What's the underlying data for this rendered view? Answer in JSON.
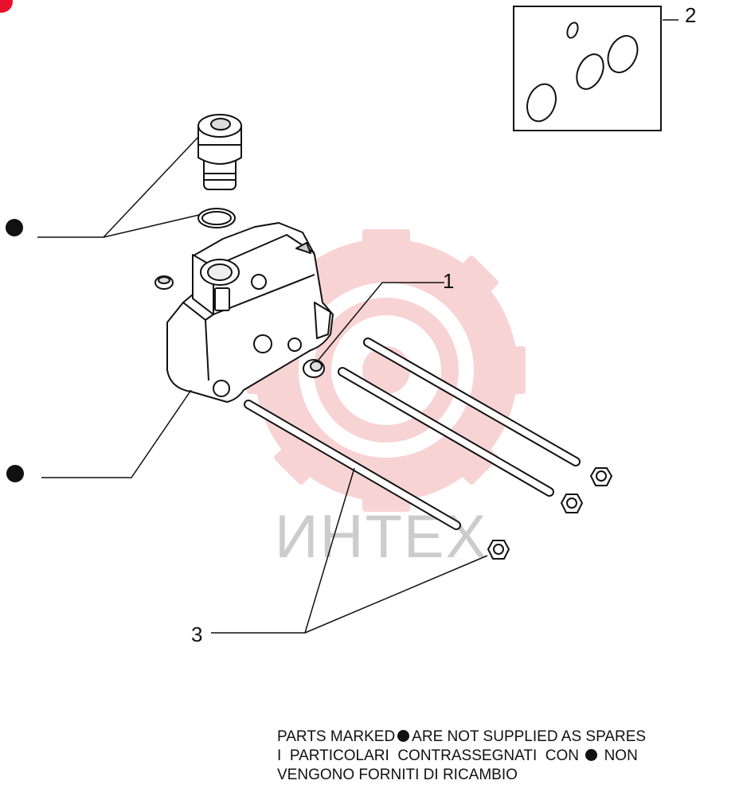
{
  "watermark": {
    "text": "ИНТЕХ",
    "color": "#f3b0b0"
  },
  "callouts": {
    "c1": "1",
    "c2": "2",
    "c3": "3"
  },
  "note": {
    "line1_before": "PARTS MARKED",
    "line1_after": "ARE NOT SUPPLIED AS SPARES",
    "line2_before": "I  PARTICOLARI  CONTRASSEGNATI  CON",
    "line2_after": "NON",
    "line3": "VENGONO FORNITI DI RICAMBIO"
  },
  "markers": {
    "icon": "filled-dot-icon",
    "meaning": "not supplied as spares"
  }
}
